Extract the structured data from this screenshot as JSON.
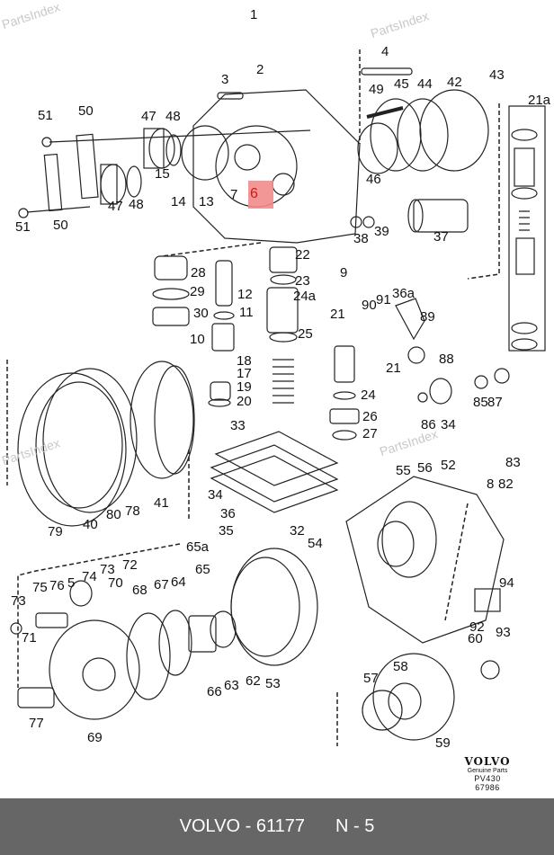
{
  "diagram": {
    "title_number": "1",
    "highlighted_part": "6",
    "watermark": "PartsIndex",
    "labels": {
      "l1": "1",
      "l2": "2",
      "l3": "3",
      "l4": "4",
      "l7": "7",
      "l9": "9",
      "l10": "10",
      "l11": "11",
      "l12": "12",
      "l13": "13",
      "l14": "14",
      "l15": "15",
      "l17": "17",
      "l18": "18",
      "l19": "19",
      "l20": "20",
      "l21": "21",
      "l21b": "21",
      "l21a": "21a",
      "l22": "22",
      "l23": "23",
      "l24": "24",
      "l24a": "24a",
      "l25": "25",
      "l26": "26",
      "l27": "27",
      "l28": "28",
      "l29": "29",
      "l30": "30",
      "l32": "32",
      "l33": "33",
      "l34": "34",
      "l34b": "34",
      "l35": "35",
      "l36": "36",
      "l37": "37",
      "l38": "38",
      "l39": "39",
      "l40": "40",
      "l41": "41",
      "l42": "42",
      "l43": "43",
      "l44": "44",
      "l45": "45",
      "l46": "46",
      "l47": "47",
      "l47b": "47",
      "l48": "48",
      "l48b": "48",
      "l49": "49",
      "l50": "50",
      "l50b": "50",
      "l51": "51",
      "l51b": "51",
      "l52": "52",
      "l53": "53",
      "l54": "54",
      "l55": "55",
      "l56": "56",
      "l57": "57",
      "l58": "58",
      "l59": "59",
      "l62": "62",
      "l63": "63",
      "l64": "64",
      "l65": "65",
      "l65a": "65a",
      "l66": "66",
      "l67": "67",
      "l68": "68",
      "l69": "69",
      "l70": "70",
      "l71": "71",
      "l72": "72",
      "l73": "73",
      "l73b": "73",
      "l74": "74",
      "l75": "75",
      "l75b": "5",
      "l76": "76",
      "l77": "77",
      "l78": "78",
      "l79": "79",
      "l80": "80",
      "l82": "82",
      "l83": "83",
      "l8": "8",
      "l85": "85",
      "l86": "86",
      "l87": "87",
      "l88": "88",
      "l89": "89",
      "l90": "90",
      "l91": "91",
      "l36a": "36a",
      "l92": "92",
      "l93": "93",
      "l94": "94",
      "l60": "60"
    }
  },
  "stamp": {
    "brand": "VOLVO",
    "subtitle": "Genuine Parts",
    "code": "PV430 67986"
  },
  "footer": {
    "catalog": "VOLVO - 61177",
    "page": "N - 5"
  }
}
